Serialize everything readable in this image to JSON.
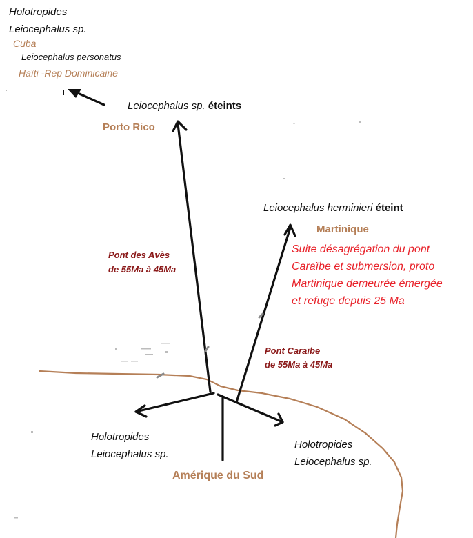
{
  "top_left": {
    "line1": "Holotropides",
    "line2": "Leiocephalus sp.",
    "cuba": "Cuba",
    "personatus": "Leiocephalus personatus",
    "haiti": "Haïti -Rep Dominicaine"
  },
  "puerto_rico": {
    "species_italic": "Leiocephalus sp.",
    "species_suffix": " éteints",
    "place": "Porto Rico"
  },
  "martinique": {
    "species_italic": "Leiocephalus herminieri",
    "species_suffix": " éteint",
    "place": "Martinique",
    "note_line1": "Suite désagrégation du pont",
    "note_line2": "Caraïbe et submersion, proto",
    "note_line3": "Martinique demeurée émergée",
    "note_line4": "et refuge depuis 25 Ma"
  },
  "bridges": {
    "aves_line1": "Pont des Avès",
    "aves_line2": "de 55Ma à 45Ma",
    "caraibe_line1": "Pont Caraïbe",
    "caraibe_line2": "de 55Ma à 45Ma"
  },
  "bottom": {
    "left_line1": "Holotropides",
    "left_line2": "Leiocephalus sp.",
    "right_line1": "Holotropides",
    "right_line2": "Leiocephalus sp.",
    "continent": "Amérique du Sud"
  },
  "colors": {
    "label_black": "#111111",
    "place_brown": "#b57f57",
    "bridge_darkred": "#8b1a1a",
    "note_red": "#e8222a",
    "coastline": "#b57f57",
    "arrows": "#111111"
  }
}
